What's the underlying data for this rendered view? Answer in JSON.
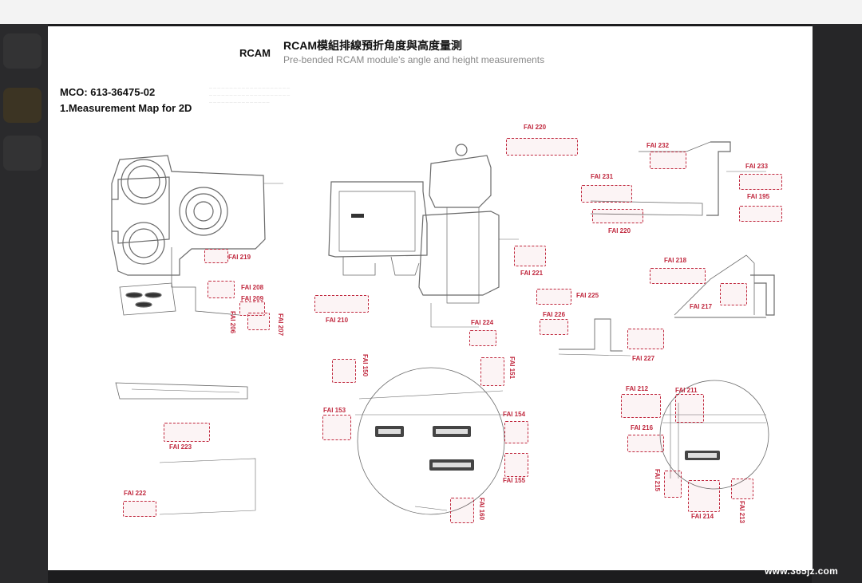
{
  "document": {
    "header_code": "RCAM",
    "header_title_cn": "RCAM模組排線預折角度與高度量測",
    "header_title_en": "Pre-bended RCAM module's angle and height measurements",
    "mco": "MCO: 613-36475-02",
    "map_title": "1.Measurement Map for 2D"
  },
  "fai_labels": [
    "FAI 220",
    "FAI 232",
    "FAI 233",
    "FAI 231",
    "FAI 195",
    "FAI 220",
    "FAI 219",
    "FAI 221",
    "FAI 218",
    "FAI 208",
    "FAI 209",
    "FAI 217",
    "FAI 225",
    "FAI 206",
    "FAI 207",
    "FAI 210",
    "FAI 226",
    "FAI 224",
    "FAI 227",
    "FAI 150",
    "FAI 151",
    "FAI 212",
    "FAI 211",
    "FAI 153",
    "FAI 154",
    "FAI 216",
    "FAI 223",
    "FAI 155",
    "FAI 215",
    "FAI 222",
    "FAI 160",
    "FAI 214",
    "FAI 213"
  ],
  "watermark": "www.365jz.com"
}
